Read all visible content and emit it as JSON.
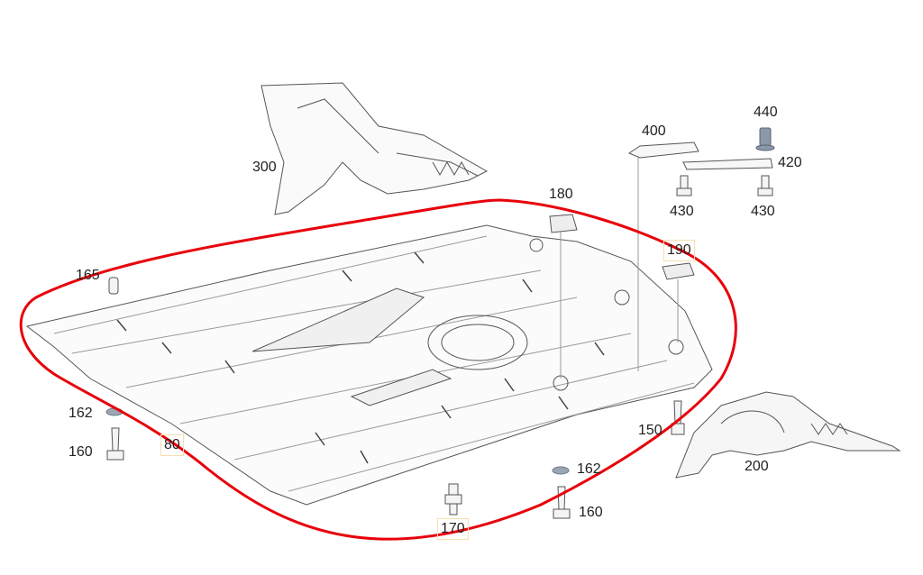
{
  "diagram": {
    "main_part": {
      "label": "80"
    },
    "callouts": [
      {
        "id": "c300",
        "label": "300"
      },
      {
        "id": "c180",
        "label": "180"
      },
      {
        "id": "c400",
        "label": "400"
      },
      {
        "id": "c440",
        "label": "440"
      },
      {
        "id": "c420",
        "label": "420"
      },
      {
        "id": "c430a",
        "label": "430"
      },
      {
        "id": "c430b",
        "label": "430"
      },
      {
        "id": "c190",
        "label": "190"
      },
      {
        "id": "c165",
        "label": "165"
      },
      {
        "id": "c162a",
        "label": "162"
      },
      {
        "id": "c160a",
        "label": "160"
      },
      {
        "id": "c150",
        "label": "150"
      },
      {
        "id": "c200",
        "label": "200"
      },
      {
        "id": "c162b",
        "label": "162"
      },
      {
        "id": "c160b",
        "label": "160"
      },
      {
        "id": "c170",
        "label": "170"
      }
    ],
    "highlight_color": "#e8000b",
    "line_color": "#555555",
    "fastener_color": "#8a98a8"
  }
}
